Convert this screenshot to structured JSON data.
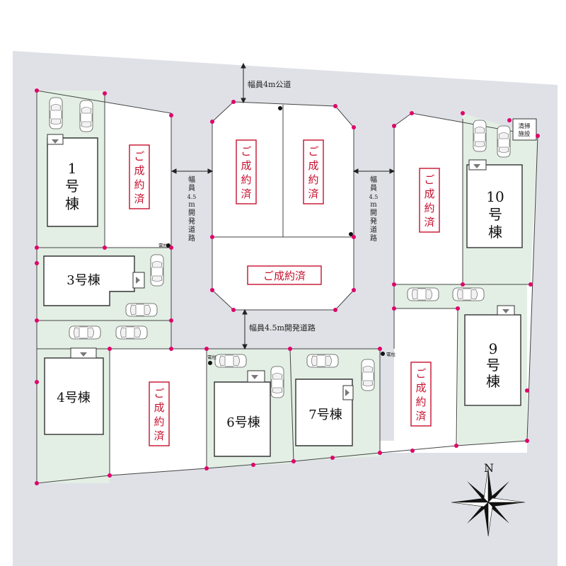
{
  "road": {
    "public_road_label": "幅員4m公道",
    "dev_road_west_label": [
      "幅",
      "員",
      "4.5",
      "m",
      "開",
      "発",
      "道",
      "路"
    ],
    "dev_road_east_label": [
      "幅",
      "員",
      "4.5",
      "m",
      "開",
      "発",
      "道",
      "路"
    ],
    "dev_road_south_label": "幅員4.5m開発道路"
  },
  "houses": {
    "h1": [
      "1",
      "号",
      "棟"
    ],
    "h3": "3号棟",
    "h4": "4号棟",
    "h6": "6号棟",
    "h7": "7号棟",
    "h9": [
      "9",
      "号",
      "棟"
    ],
    "h10": [
      "10",
      "号",
      "棟"
    ]
  },
  "sold": {
    "text": "ご成約済",
    "vertical": [
      "ご",
      "成",
      "約",
      "済"
    ]
  },
  "facility": {
    "pole": "電柱",
    "cleaning": [
      "清掃",
      "施設"
    ]
  },
  "compass": {
    "north": "N"
  },
  "colors": {
    "road": "#dfe1e6",
    "green_lot": "#e3efe4",
    "sold_red": "#c8102e",
    "boundary_dot": "#e0006b",
    "line": "#333333"
  }
}
